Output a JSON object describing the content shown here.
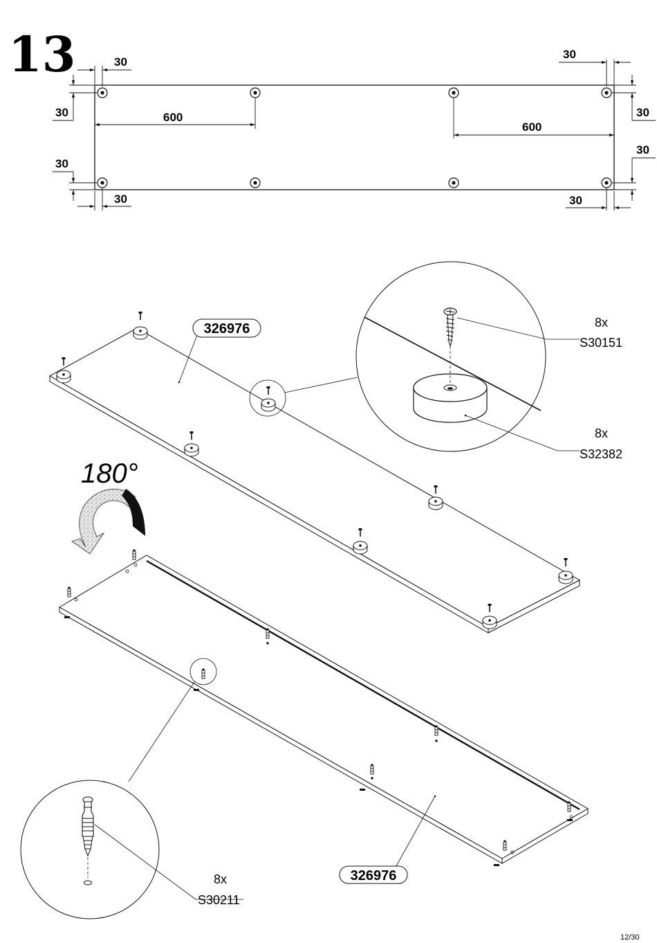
{
  "step": {
    "number": "13"
  },
  "dimensions": {
    "top_left_h": "30",
    "left_upper_v": "30",
    "left_span": "600",
    "left_lower_v": "30",
    "bottom_left_h": "30",
    "top_right_h": "30",
    "right_upper_v": "30",
    "right_span": "600",
    "right_lower_v": "30",
    "bottom_right_h": "30"
  },
  "panels": {
    "top_part": "326976",
    "bottom_part": "326976"
  },
  "rotation": {
    "label": "180°"
  },
  "hardware": [
    {
      "qty": "8x",
      "code": "S30151",
      "icon": "screw-icon"
    },
    {
      "qty": "8x",
      "code": "S32382",
      "icon": "foot-pad-icon"
    },
    {
      "qty": "8x",
      "code": "S30211",
      "icon": "cam-bolt-icon"
    }
  ],
  "page": {
    "number": "12/30"
  }
}
